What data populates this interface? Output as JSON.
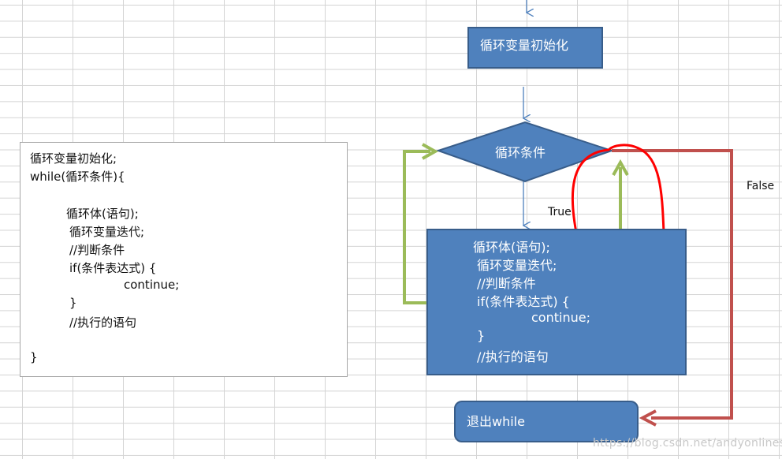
{
  "code_block": {
    "lines": [
      "循环变量初始化;",
      "while(循环条件){",
      "循环体(语句);",
      "循环变量迭代;",
      "//判断条件",
      "if(条件表达式) {",
      "continue;",
      "}",
      "//执行的语句",
      "}"
    ]
  },
  "flowchart": {
    "init_label": "循环变量初始化",
    "condition_label": "循环条件",
    "true_label": "True",
    "false_label": "False",
    "body_lines": [
      "循环体(语句);",
      "循环变量迭代;",
      "//判断条件",
      "if(条件表达式) {",
      "continue;",
      "}",
      "//执行的语句"
    ],
    "exit_label": "退出while"
  },
  "watermark": "https://blog.csdn.net/andyonlines",
  "colors": {
    "box_fill": "#4f81bd",
    "box_border": "#385d8a",
    "green_arrow": "#9bbb59",
    "red_arrow": "#c0504d",
    "red_circle": "#ff0000"
  }
}
